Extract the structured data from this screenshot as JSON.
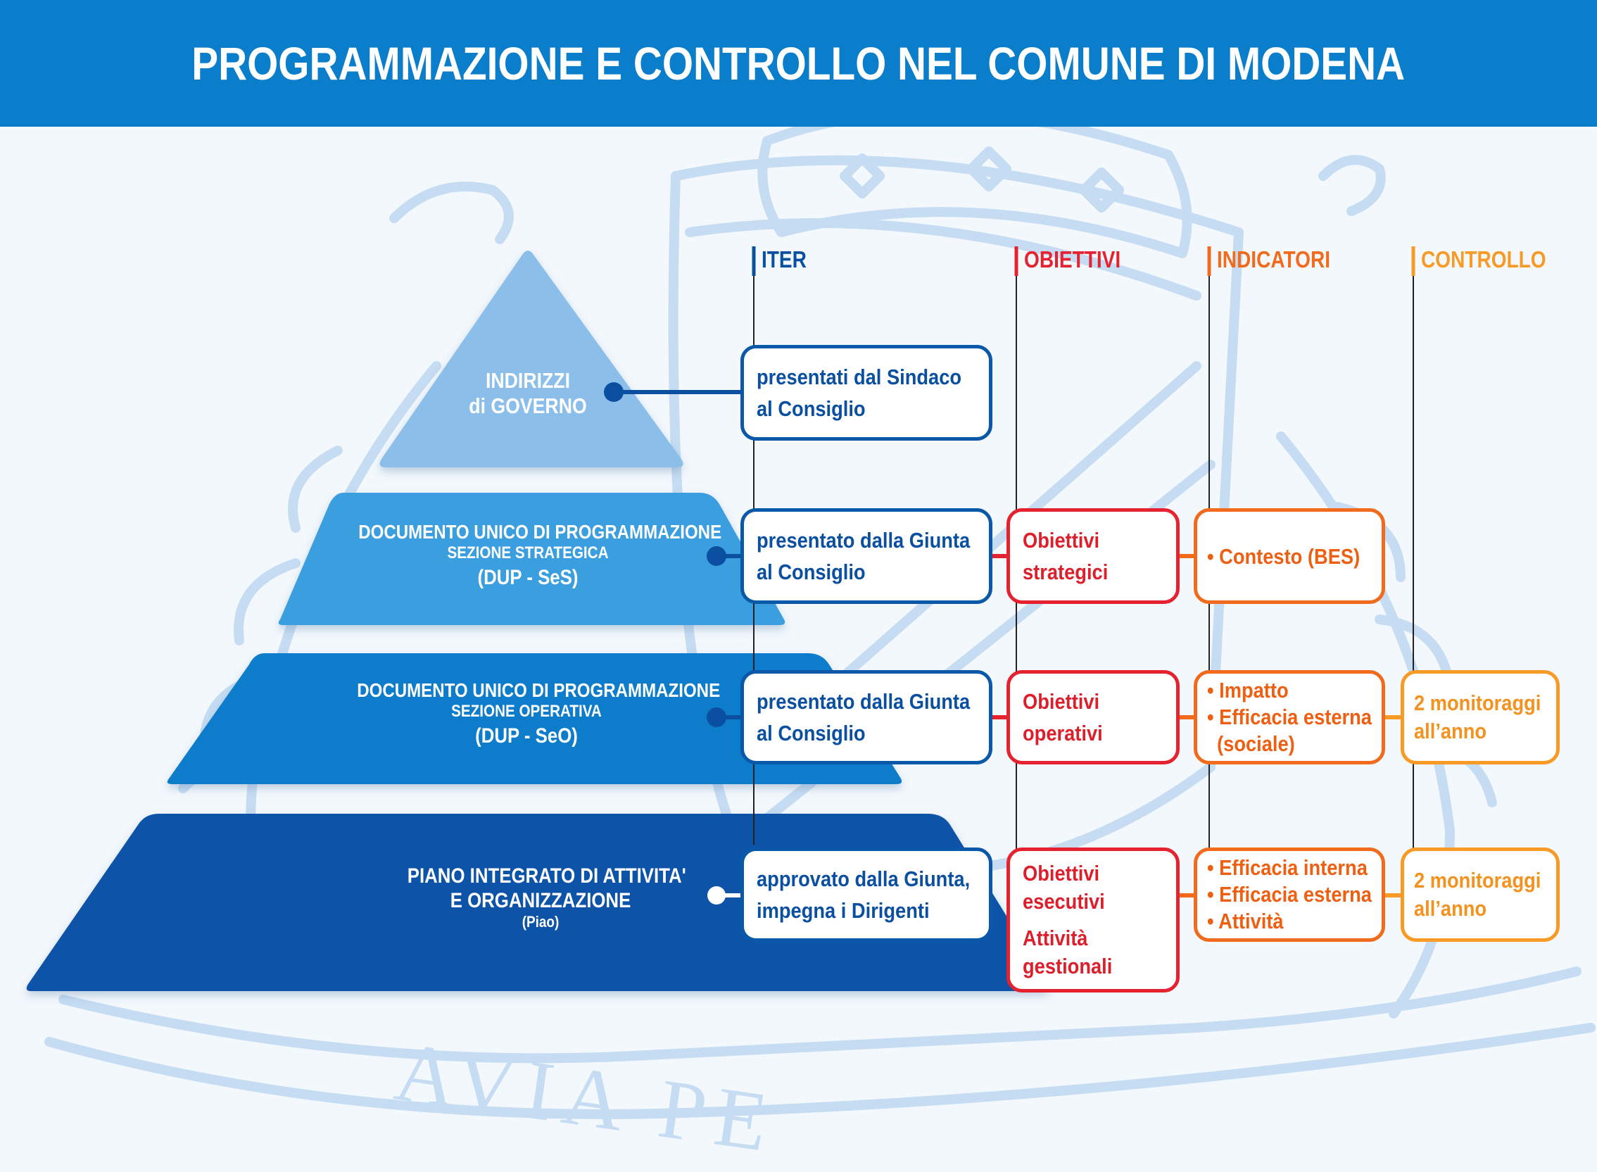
{
  "title": "PROGRAMMAZIONE E CONTROLLO NEL COMUNE DI MODENA",
  "watermark_text": "AVIA PE",
  "columns": {
    "iter": "ITER",
    "obiettivi": "OBIETTIVI",
    "indicatori": "INDICATORI",
    "controllo": "CONTROLLO"
  },
  "colors": {
    "header": "#0a7dcb",
    "layer1": "#8bbee9",
    "layer2": "#3a9ede",
    "layer3": "#0a7dcb",
    "layer4": "#0b52a8",
    "iter": "#0a4fa0",
    "obiettivi": "#e52330",
    "indicatori": "#f26a1b",
    "controllo": "#f79a26"
  },
  "pyramid": [
    {
      "lines": [
        "INDIRIZZI",
        "di GOVERNO"
      ],
      "iter": [
        "presentati dal Sindaco",
        "al Consiglio"
      ]
    },
    {
      "lines": [
        "DOCUMENTO UNICO DI PROGRAMMAZIONE",
        "SEZIONE STRATEGICA",
        "(DUP - SeS)"
      ],
      "iter": [
        "presentato dalla Giunta",
        "al Consiglio"
      ],
      "obiettivi": [
        "Obiettivi",
        "strategici"
      ],
      "indicatori": [
        "• Contesto (BES)"
      ]
    },
    {
      "lines": [
        "DOCUMENTO UNICO DI PROGRAMMAZIONE",
        "SEZIONE OPERATIVA",
        "(DUP - SeO)"
      ],
      "iter": [
        "presentato dalla Giunta",
        "al Consiglio"
      ],
      "obiettivi": [
        "Obiettivi",
        "operativi"
      ],
      "indicatori": [
        "• Impatto",
        "• Efficacia esterna",
        "(sociale)"
      ],
      "controllo": [
        "2 monitoraggi",
        "all’anno"
      ]
    },
    {
      "lines": [
        "PIANO INTEGRATO DI ATTIVITA'",
        "E ORGANIZZAZIONE",
        "(Piao)"
      ],
      "iter": [
        "approvato dalla Giunta,",
        "impegna i Dirigenti"
      ],
      "obiettivi": [
        "Obiettivi",
        "esecutivi",
        "Attività",
        "gestionali"
      ],
      "indicatori": [
        "• Efficacia interna",
        "• Efficacia esterna",
        "• Attività"
      ],
      "controllo": [
        "2 monitoraggi",
        "all’anno"
      ]
    }
  ]
}
